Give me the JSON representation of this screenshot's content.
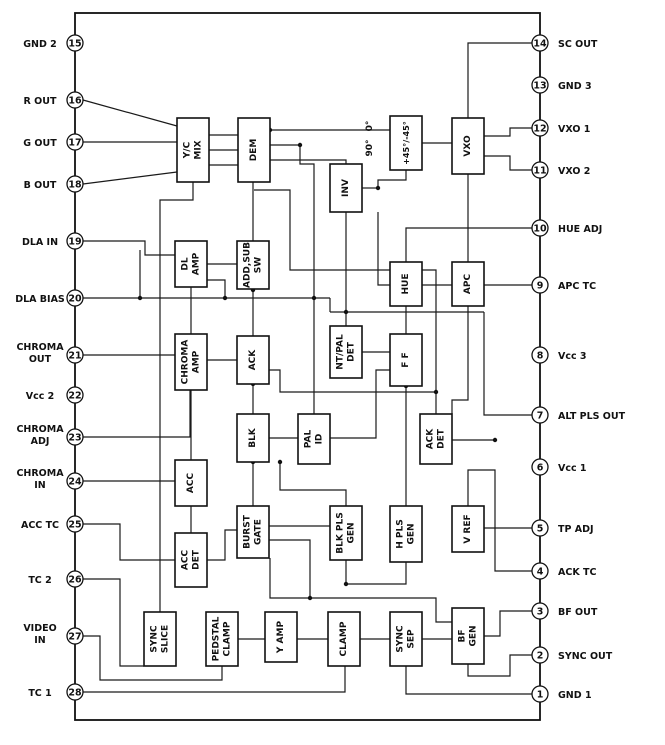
{
  "left_pins": [
    {
      "num": "15",
      "label": [
        "GND 2"
      ]
    },
    {
      "num": "16",
      "label": [
        "R OUT"
      ]
    },
    {
      "num": "17",
      "label": [
        "G OUT"
      ]
    },
    {
      "num": "18",
      "label": [
        "B OUT"
      ]
    },
    {
      "num": "19",
      "label": [
        "DLA IN"
      ]
    },
    {
      "num": "20",
      "label": [
        "DLA BIAS"
      ]
    },
    {
      "num": "21",
      "label": [
        "CHROMA",
        "OUT"
      ]
    },
    {
      "num": "22",
      "label": [
        "Vcc 2"
      ]
    },
    {
      "num": "23",
      "label": [
        "CHROMA",
        "ADJ"
      ]
    },
    {
      "num": "24",
      "label": [
        "CHROMA",
        "IN"
      ]
    },
    {
      "num": "25",
      "label": [
        "ACC TC"
      ]
    },
    {
      "num": "26",
      "label": [
        "TC 2"
      ]
    },
    {
      "num": "27",
      "label": [
        "VIDEO",
        "IN"
      ]
    },
    {
      "num": "28",
      "label": [
        "TC 1"
      ]
    }
  ],
  "right_pins": [
    {
      "num": "14",
      "label": "SC OUT"
    },
    {
      "num": "13",
      "label": "GND 3"
    },
    {
      "num": "12",
      "label": "VXO 1"
    },
    {
      "num": "11",
      "label": "VXO 2"
    },
    {
      "num": "10",
      "label": "HUE ADJ"
    },
    {
      "num": "9",
      "label": "APC TC"
    },
    {
      "num": "8",
      "label": "Vcc 3"
    },
    {
      "num": "7",
      "label": "ALT PLS OUT"
    },
    {
      "num": "6",
      "label": "Vcc 1"
    },
    {
      "num": "5",
      "label": "TP ADJ"
    },
    {
      "num": "4",
      "label": "ACK TC"
    },
    {
      "num": "3",
      "label": "BF OUT"
    },
    {
      "num": "2",
      "label": "SYNC OUT"
    },
    {
      "num": "1",
      "label": "GND 1"
    }
  ],
  "blocks": [
    {
      "id": "ycmix",
      "lines": [
        "Y/C",
        "MIX"
      ]
    },
    {
      "id": "dem",
      "lines": [
        "DEM"
      ]
    },
    {
      "id": "inv",
      "lines": [
        "INV"
      ]
    },
    {
      "id": "phase",
      "lines": [
        "+45°/-45°"
      ]
    },
    {
      "id": "vxo",
      "lines": [
        "VXO"
      ]
    },
    {
      "id": "dlamp",
      "lines": [
        "DL",
        "AMP"
      ]
    },
    {
      "id": "addsub",
      "lines": [
        "ADD,SUB",
        "SW"
      ]
    },
    {
      "id": "hue",
      "lines": [
        "HUE"
      ]
    },
    {
      "id": "apc",
      "lines": [
        "APC"
      ]
    },
    {
      "id": "chromaamp",
      "lines": [
        "CHROMA",
        "AMP"
      ]
    },
    {
      "id": "ack",
      "lines": [
        "ACK"
      ]
    },
    {
      "id": "ntpal",
      "lines": [
        "NT/PAL",
        "DET"
      ]
    },
    {
      "id": "ff",
      "lines": [
        "F F"
      ]
    },
    {
      "id": "blk",
      "lines": [
        "BLK"
      ]
    },
    {
      "id": "palid",
      "lines": [
        "PAL",
        "ID"
      ]
    },
    {
      "id": "ackdet",
      "lines": [
        "ACK",
        "DET"
      ]
    },
    {
      "id": "accb",
      "lines": [
        "ACC"
      ]
    },
    {
      "id": "burstgate",
      "lines": [
        "BURST",
        "GATE"
      ]
    },
    {
      "id": "blkplsgen",
      "lines": [
        "BLK PLS",
        "GEN"
      ]
    },
    {
      "id": "hplsgen",
      "lines": [
        "H PLS",
        "GEN"
      ]
    },
    {
      "id": "vref",
      "lines": [
        "V REF"
      ]
    },
    {
      "id": "accdet",
      "lines": [
        "ACC",
        "DET"
      ]
    },
    {
      "id": "syncslice",
      "lines": [
        "SYNC",
        "SLICE"
      ]
    },
    {
      "id": "pedestal",
      "lines": [
        "PEDSTAL",
        "CLAMP"
      ]
    },
    {
      "id": "yamp",
      "lines": [
        "Y AMP"
      ]
    },
    {
      "id": "clamp",
      "lines": [
        "CLAMP"
      ]
    },
    {
      "id": "syncsep",
      "lines": [
        "SYNC",
        "SEP"
      ]
    },
    {
      "id": "bfgen",
      "lines": [
        "BF",
        "GEN"
      ]
    }
  ],
  "phase_labels": [
    "90°",
    "0°"
  ]
}
